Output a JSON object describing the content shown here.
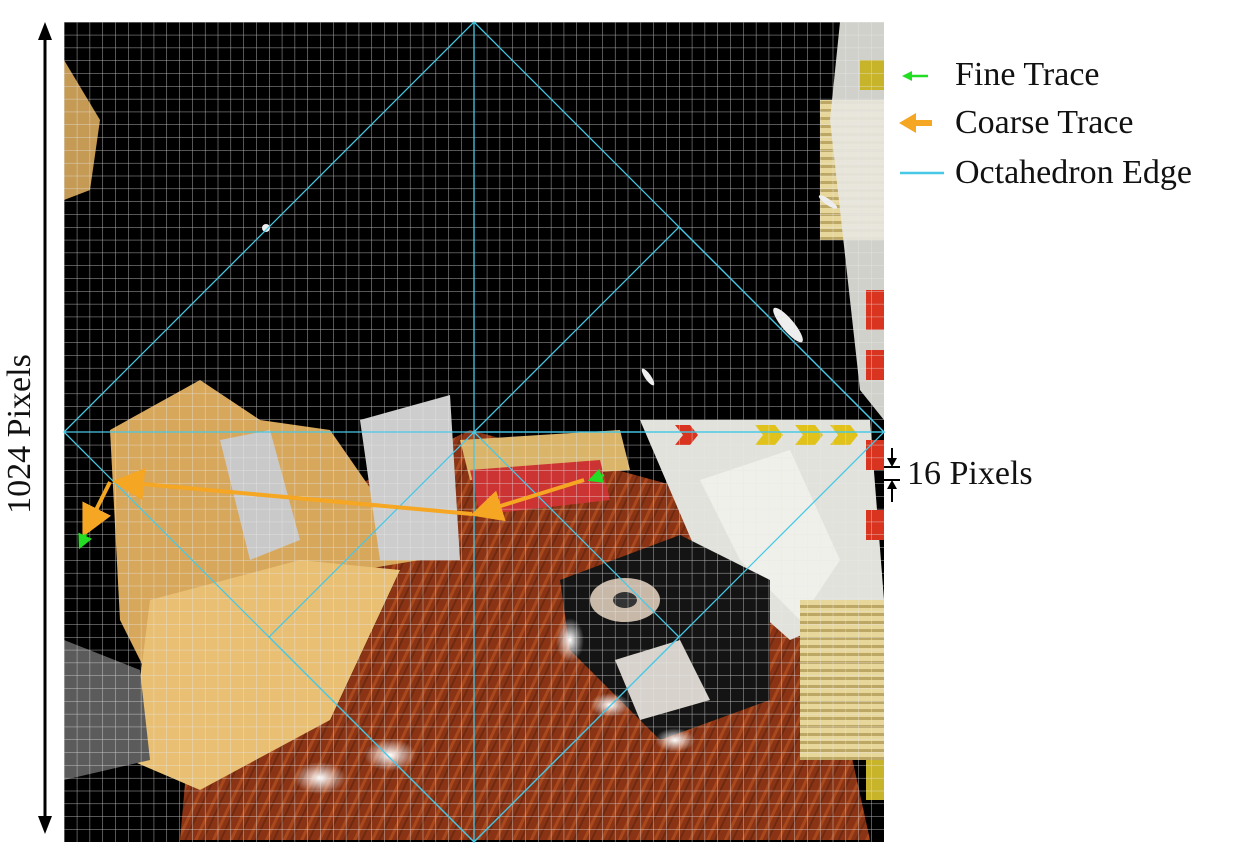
{
  "legend": {
    "fine_trace": "Fine Trace",
    "coarse_trace": "Coarse Trace",
    "octahedron_edge": "Octahedron Edge"
  },
  "dimensions": {
    "total": "1024 Pixels",
    "cell": "16 Pixels"
  },
  "colors": {
    "fine_trace": "#22dd22",
    "coarse_trace": "#f5a623",
    "octahedron_edge": "#46c8e6",
    "grid": "#e6e6e6",
    "background": "#000000"
  },
  "scene": {
    "grid_cells_per_side": 64,
    "description_items": [
      "wood-floor",
      "chair",
      "sofa",
      "wall-panels",
      "window-blinds",
      "turntable",
      "ceiling-lights"
    ]
  }
}
